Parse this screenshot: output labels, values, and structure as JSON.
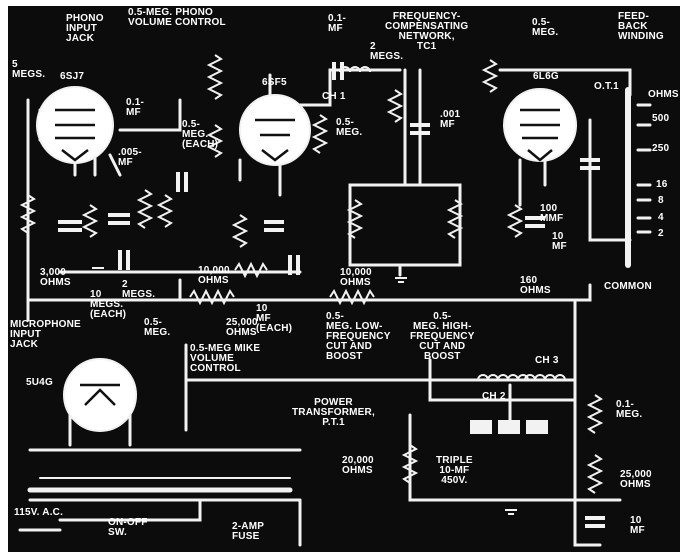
{
  "labels": {
    "phono_input_jack": "PHONO\nINPUT\nJACK",
    "phono_volume": "0.5-MEG. PHONO\nVOLUME CONTROL",
    "cap_01_top": "0.1-\nMF",
    "freq_network": "FREQUENCY-\nCOMPENSATING\nNETWORK,\nTC1",
    "meg_05_top": "0.5-\nMEG.",
    "feedback_winding": "FEED-\nBACK\nWINDING",
    "meg_5": "5\nMEGS.",
    "tube_6sj7": "6SJ7",
    "tube_6f5": "6SF5",
    "ch1": "CH 1",
    "megs_2": "2\nMEGS.",
    "tube_6l6g": "6L6G",
    "ot1": "O.T.1",
    "ohms_label": "OHMS",
    "tap_500": "500",
    "tap_250": "250",
    "tap_16": "16",
    "tap_8": "8",
    "tap_4": "4",
    "tap_2": "2",
    "cap_01_left": "0.1-\nMF",
    "meg_05_mid": "0.5-\nMEG.",
    "cap_001": ".001\nMF",
    "meg_05_each": "0.5-\nMEG.\n(EACH)",
    "cap_005": ".005-\nMF",
    "cap_100mmf": "100\nMMF",
    "ohms_3000": "3,000\nOHMS",
    "ohms_10000_a": "10,000\nOHMS",
    "ohms_10000_b": "10,000\nOHMS",
    "cap_10mf_mid": "10\nMF",
    "megs_10_each": "10\nMEGS.\n(EACH)",
    "cap_10_each": "10\nMF\n(EACH)",
    "ohms_160": "160\nOHMS",
    "common": "COMMON",
    "megs_2_lower": "2\nMEGS.",
    "microphone_jack": "MICROPHONE\nINPUT\nJACK",
    "meg_05_low": "0.5-\nMEG.",
    "ohms_25000_a": "25,000\nOHMS",
    "mike_volume": "0.5-MEG MIKE\nVOLUME\nCONTROL",
    "low_freq": "0.5-\nMEG. LOW-\nFREQUENCY\nCUT AND\nBOOST",
    "high_freq": "0.5-\nMEG. HIGH-\nFREQUENCY\nCUT AND\nBOOST",
    "ch3": "CH 3",
    "tube_5u4g": "5U4G",
    "ch2": "CH 2",
    "meg_01_right": "0.1-\nMEG.",
    "power_transformer": "POWER\nTRANSFORMER,\nP.T.1",
    "ohms_20000": "20,000\nOHMS",
    "triple_cap": "TRIPLE\n10-MF\n450V.",
    "ohms_25000_b": "25,000\nOHMS",
    "ac_input": "115V. A.C.",
    "on_off": "ON-OFF\nSW.",
    "fuse": "2-AMP\nFUSE",
    "cap_10mf_bottom": "10\nMF"
  }
}
